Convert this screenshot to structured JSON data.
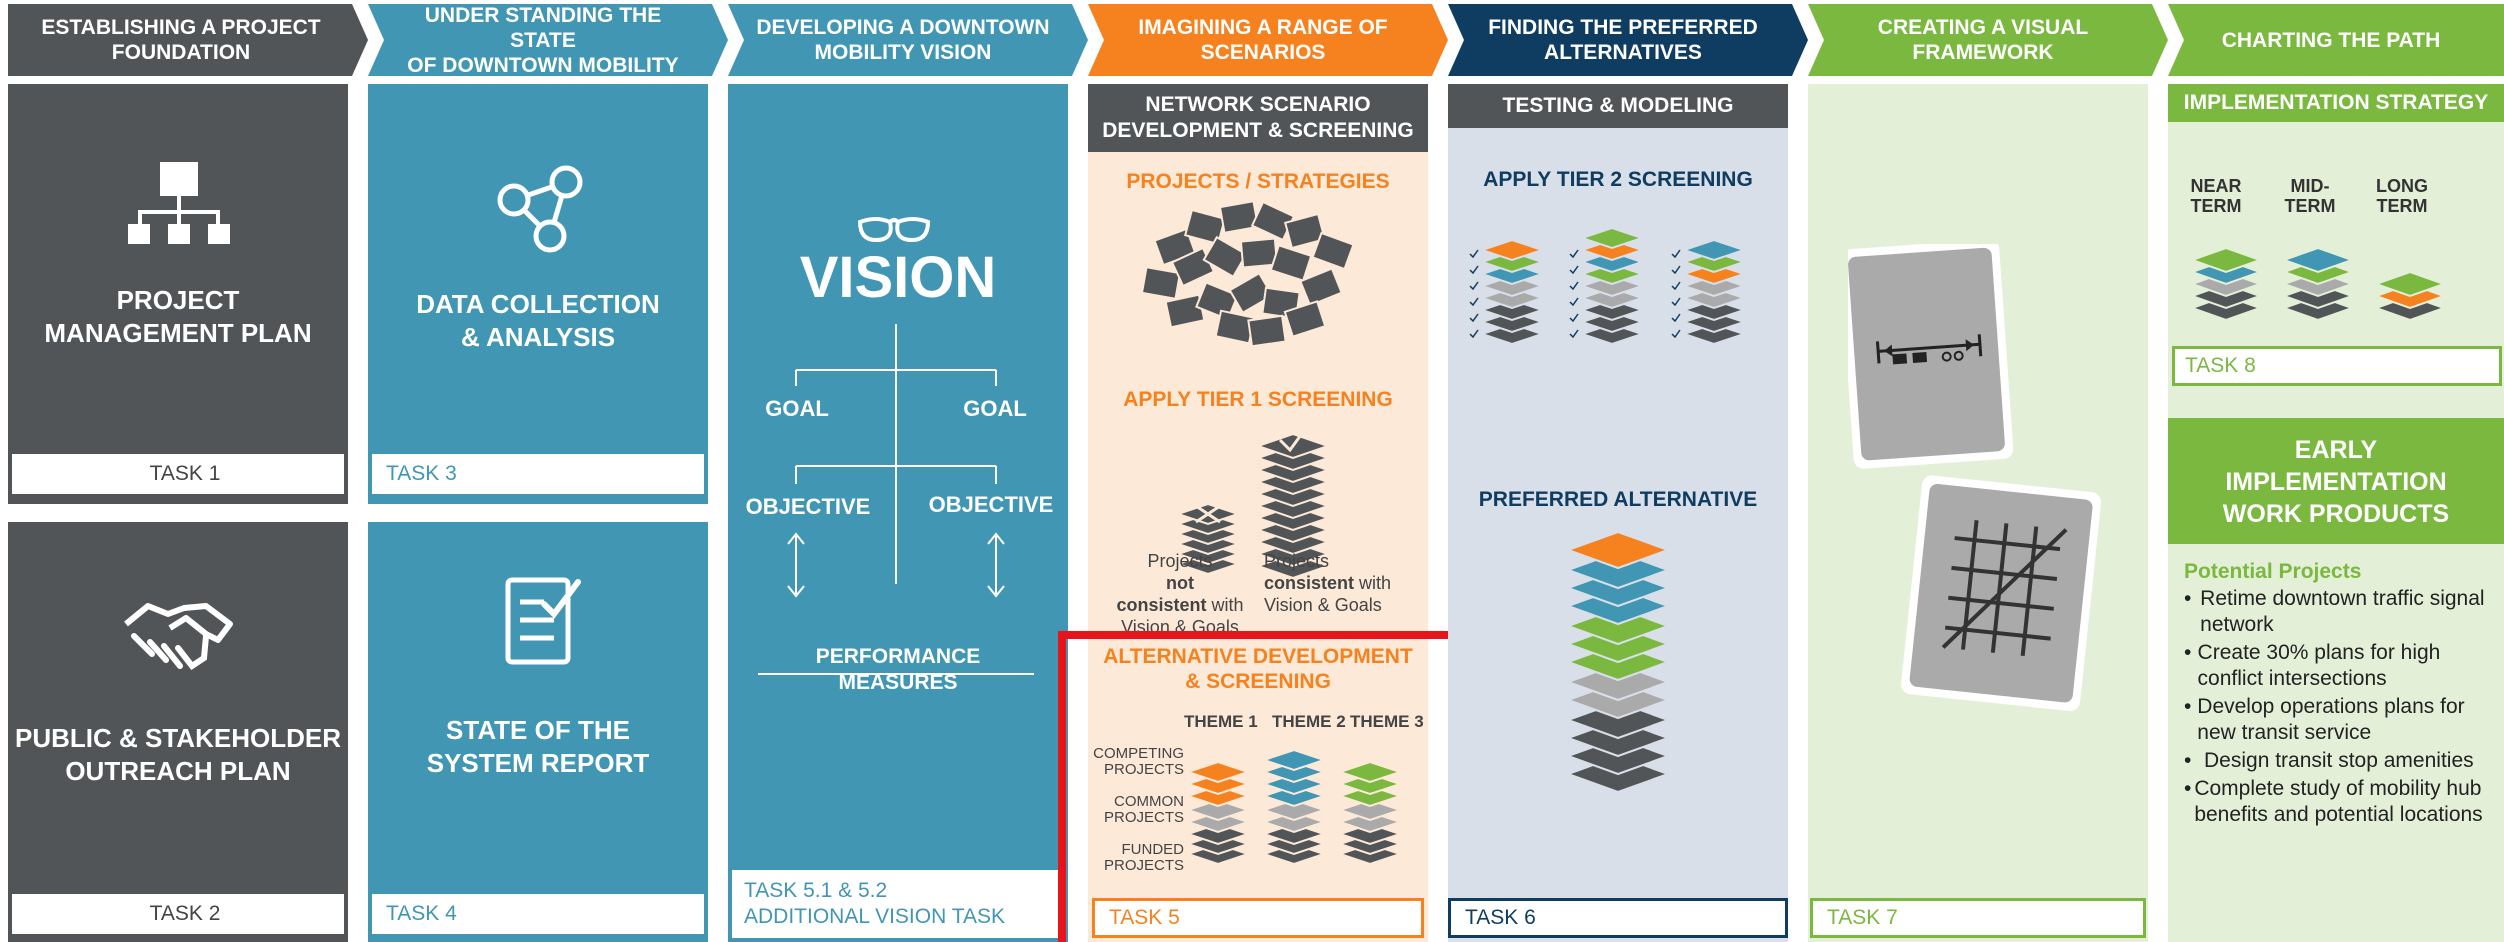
{
  "headers": [
    {
      "line1": "ESTABLISHING A PROJECT",
      "line2": "FOUNDATION"
    },
    {
      "line1": "UNDER STANDING THE STATE",
      "line2": "OF DOWNTOWN MOBILITY"
    },
    {
      "line1": "DEVELOPING A DOWNTOWN",
      "line2": "MOBILITY VISION"
    },
    {
      "line1": "IMAGINING A RANGE OF",
      "line2": "SCENARIOS"
    },
    {
      "line1": "FINDING THE PREFERRED",
      "line2": "ALTERNATIVES"
    },
    {
      "line1": "CREATING A VISUAL",
      "line2": "FRAMEWORK"
    },
    {
      "line1": "CHARTING THE PATH",
      "line2": ""
    }
  ],
  "col1": {
    "top_title_1": "PROJECT",
    "top_title_2": "MANAGEMENT PLAN",
    "top_task": "TASK 1",
    "bottom_title_1": "PUBLIC & STAKEHOLDER",
    "bottom_title_2": "OUTREACH PLAN",
    "bottom_task": "TASK 2"
  },
  "col2": {
    "top_title_1": "DATA COLLECTION",
    "top_title_2": "& ANALYSIS",
    "top_task": "TASK 3",
    "bottom_title_1": "STATE OF THE",
    "bottom_title_2": "SYSTEM REPORT",
    "bottom_task": "TASK 4"
  },
  "col3": {
    "vision": "VISION",
    "goal_left": "GOAL",
    "goal_right": "GOAL",
    "objective_left": "OBJECTIVE",
    "objective_right": "OBJECTIVE",
    "performance_1": "PERFORMANCE",
    "performance_2": "MEASURES",
    "task_1": "TASK 5.1 & 5.2",
    "task_2": "ADDITIONAL VISION TASK"
  },
  "col4": {
    "banner_1": "NETWORK SCENARIO",
    "banner_2": "DEVELOPMENT & SCREENING",
    "projects_strategies": "PROJECTS / STRATEGIES",
    "tier1": "APPLY TIER 1 SCREENING",
    "not_consistent_1": "Projects",
    "not_consistent_2": "not",
    "not_consistent_3": "consistent",
    "not_consistent_4": "with",
    "not_consistent_5": "Vision & Goals",
    "consistent_1": "Projects",
    "consistent_2": "consistent",
    "consistent_3": "with",
    "consistent_4": "Vision & Goals",
    "alt_dev_1": "ALTERNATIVE DEVELOPMENT",
    "alt_dev_2": "& SCREENING",
    "theme1": "THEME 1",
    "theme2": "THEME 2",
    "theme3": "THEME 3",
    "competing_1": "COMPETING",
    "competing_2": "PROJECTS",
    "common_1": "COMMON",
    "common_2": "PROJECTS",
    "funded_1": "FUNDED",
    "funded_2": "PROJECTS",
    "task": "TASK 5"
  },
  "col5": {
    "banner": "TESTING & MODELING",
    "tier2": "APPLY TIER 2 SCREENING",
    "preferred": "PREFERRED ALTERNATIVE",
    "task": "TASK 6"
  },
  "col6": {
    "task": "TASK 7"
  },
  "col7": {
    "impl_strategy": "IMPLEMENTATION STRATEGY",
    "near_1": "NEAR",
    "near_2": "TERM",
    "mid_1": "MID-",
    "mid_2": "TERM",
    "long_1": "LONG",
    "long_2": "TERM",
    "task8": "TASK 8",
    "early_1": "EARLY",
    "early_2": "IMPLEMENTATION",
    "early_3": "WORK PRODUCTS",
    "potential": "Potential Projects",
    "bullets": [
      "Retime downtown traffic signal network",
      "Create 30% plans for high conflict intersections",
      "Develop operations plans for new transit service",
      "Design transit stop amenities",
      "Complete study of mobility hub benefits and potential locations"
    ]
  },
  "colors": {
    "gray": "#525558",
    "blue": "#4196b4",
    "orange": "#f5821f",
    "navy": "#0f3d62",
    "green": "#7ab83f",
    "highlight": "#e8141b"
  }
}
